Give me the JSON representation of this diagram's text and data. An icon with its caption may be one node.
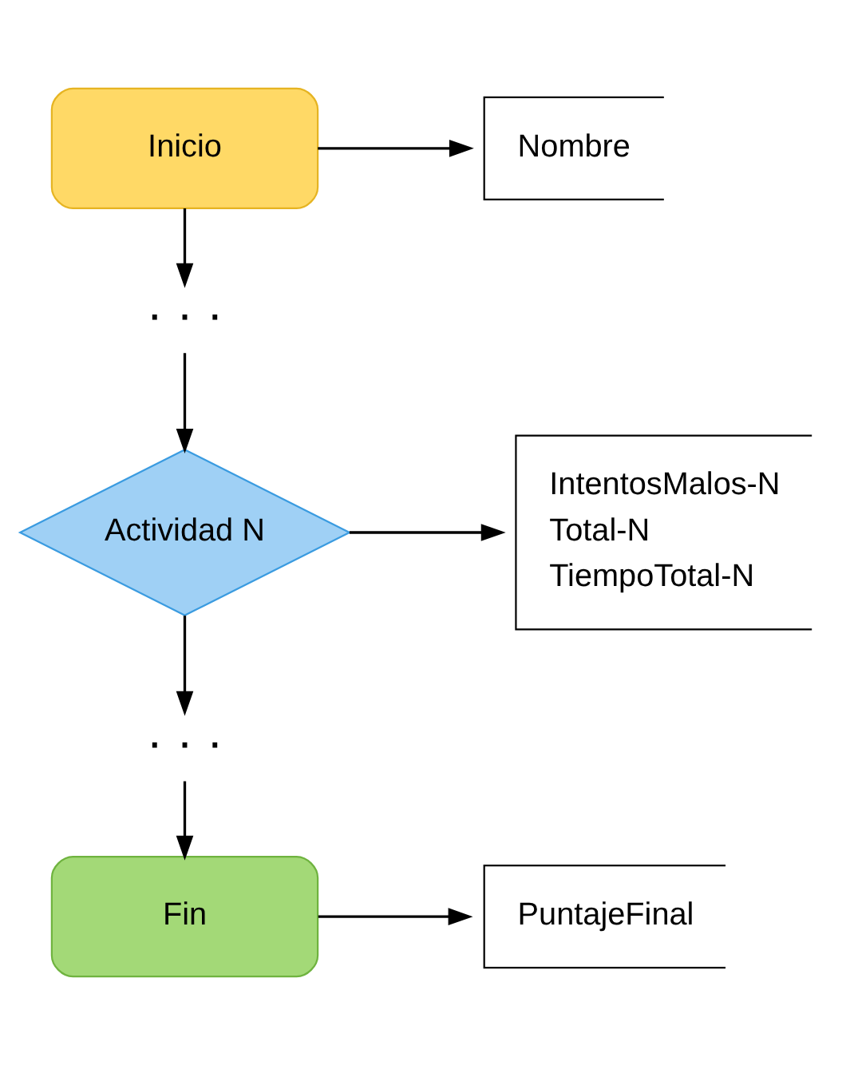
{
  "diagram": {
    "nodes": [
      {
        "text": [
          "Inicio"
        ]
      },
      {
        "text": [
          "· · ·"
        ]
      },
      {
        "text": [
          "Actividad N"
        ]
      },
      {
        "text": [
          "· · ·"
        ]
      },
      {
        "text": [
          "Fin"
        ]
      },
      {
        "text": [
          "Nombre"
        ]
      },
      {
        "text": [
          "IntentosMalos-N",
          "Total-N",
          "TiempoTotal-N"
        ]
      },
      {
        "text": [
          "PuntajeFinal"
        ]
      }
    ],
    "edges": [
      {
        "from": 0,
        "to": 1,
        "arrow": "to"
      },
      {
        "from": 1,
        "to": 2,
        "arrow": "to"
      },
      {
        "from": 2,
        "to": 3,
        "arrow": "to"
      },
      {
        "from": 3,
        "to": 4,
        "arrow": "to"
      },
      {
        "from": 0,
        "to": 5,
        "arrow": "to"
      },
      {
        "from": 2,
        "to": 6,
        "arrow": "to"
      },
      {
        "from": 4,
        "to": 7,
        "arrow": "to"
      }
    ]
  }
}
